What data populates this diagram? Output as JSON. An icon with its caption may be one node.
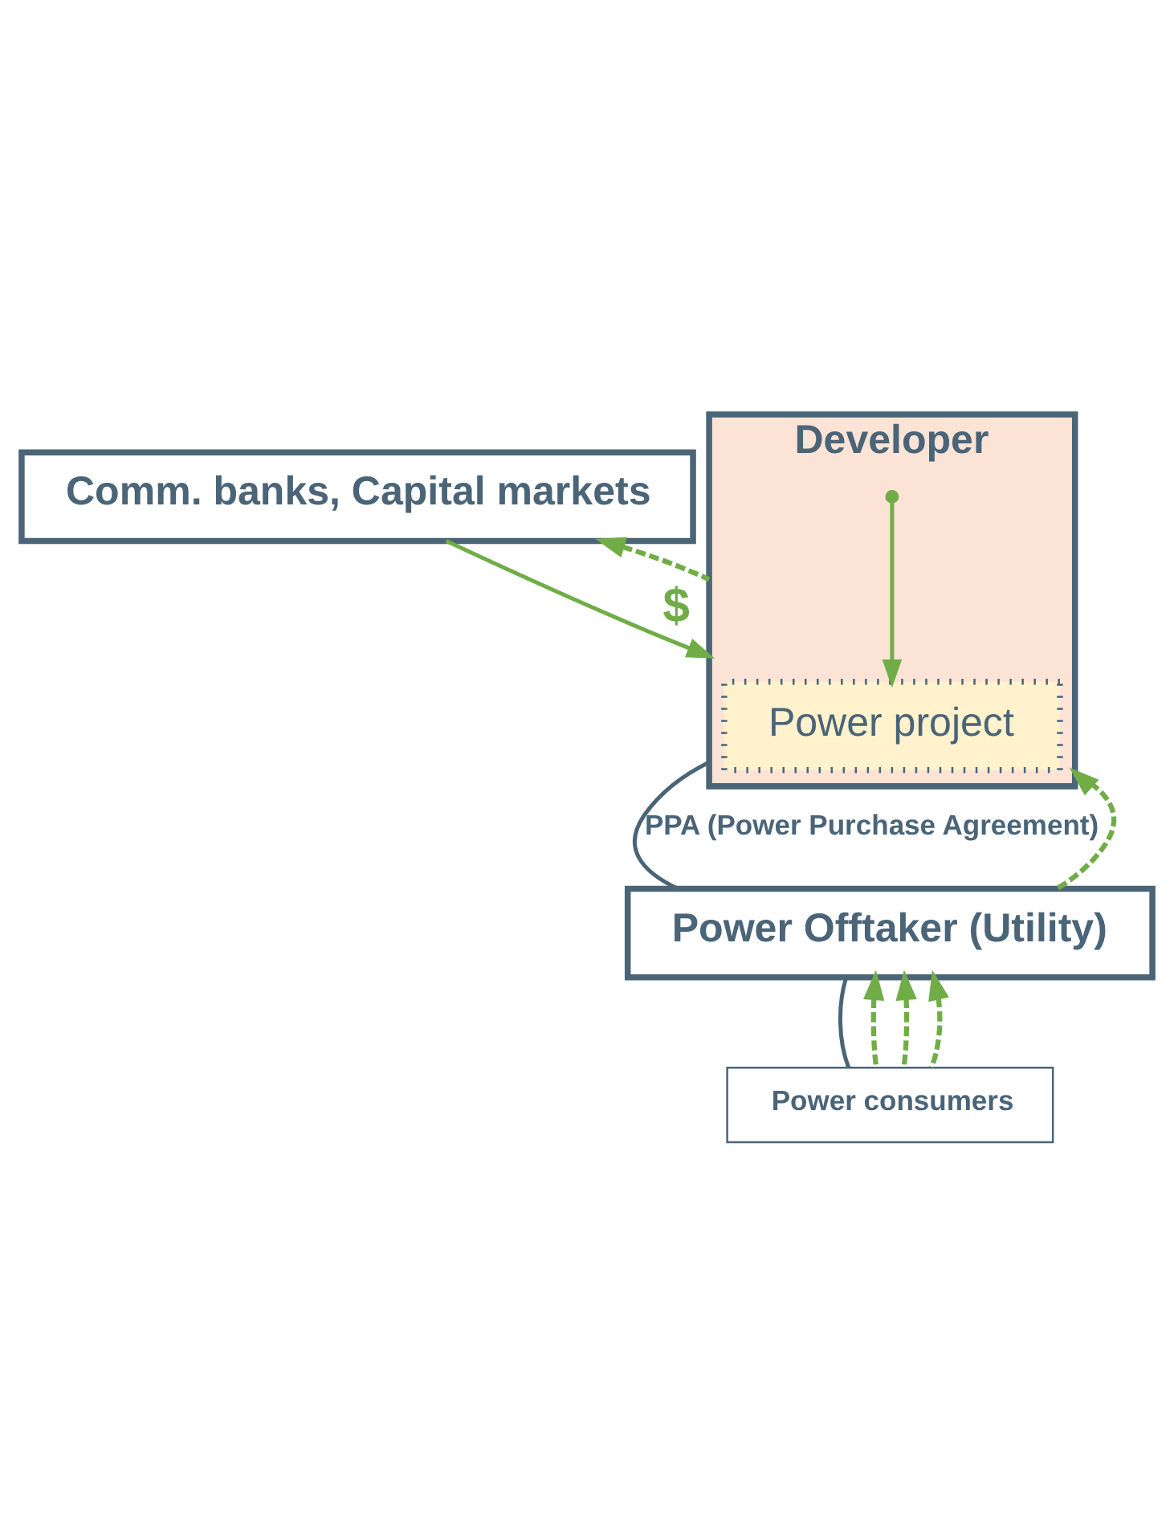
{
  "diagram": {
    "nodes": [
      {
        "text": [
          "Comm. banks, Capital markets"
        ]
      },
      {
        "text": [
          "Developer"
        ]
      },
      {
        "text": [
          "Power project"
        ],
        "in": 1
      },
      {
        "text": [
          "Power Offtaker (Utility)"
        ]
      },
      {
        "text": [
          "Power consumers"
        ]
      }
    ],
    "edges": [
      {
        "from": 0,
        "to": 1,
        "arrow": "to",
        "label": "$"
      },
      {
        "from": 1,
        "to": 0,
        "arrow": "to",
        "style": "dashed"
      },
      {
        "from": 1,
        "to": 2,
        "arrow": "to"
      },
      {
        "from": 1,
        "to": 3,
        "arrow": "none",
        "label": "PPA (Power Purchase Agreement)",
        "color": "#4a6478"
      },
      {
        "from": 3,
        "to": 1,
        "arrow": "to",
        "style": "dashed"
      },
      {
        "from": 4,
        "to": 3,
        "arrow": "none",
        "color": "#4a6478"
      },
      {
        "from": 4,
        "to": 3,
        "arrow": "to",
        "style": "dashed"
      },
      {
        "from": 4,
        "to": 3,
        "arrow": "to",
        "style": "dashed"
      },
      {
        "from": 4,
        "to": 3,
        "arrow": "to",
        "style": "dashed"
      }
    ]
  }
}
